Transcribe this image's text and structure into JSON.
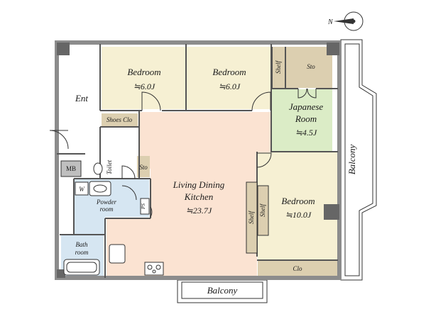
{
  "compass": {
    "letter": "N"
  },
  "rooms": {
    "bedroom_1": {
      "name": "Bedroom",
      "area": "≒6.0J"
    },
    "bedroom_2": {
      "name": "Bedroom",
      "area": "≒6.0J"
    },
    "japanese_room": {
      "name_line1": "Japanese",
      "name_line2": "Room",
      "area": "≒4.5J"
    },
    "ldk": {
      "name_line1": "Living Dining",
      "name_line2": "Kitchen",
      "area": "≒23.7J"
    },
    "bedroom_3": {
      "name": "Bedroom",
      "area": "≒10.0J"
    },
    "entrance": {
      "name": "Ent"
    },
    "powder_room": {
      "name_line1": "Powder",
      "name_line2": "room"
    },
    "bath_room": {
      "name_line1": "Bath",
      "name_line2": "room"
    }
  },
  "fixtures": {
    "shoes_closet": "Shoes Clo",
    "storage_1": "Sto",
    "storage_2": "Sto",
    "shelf_top": "Shelf",
    "shelf_left": "Shelf",
    "shelf_right": "Shelf",
    "closet": "Clo",
    "meter_box": "MB",
    "toilet": "Toilet",
    "washer": "W",
    "ps": "PS"
  },
  "balconies": {
    "east": "Balcony",
    "south": "Balcony"
  },
  "colors": {
    "wall": "#8c8c8c",
    "bedroom_floor": "#f6f0d3",
    "ldk_floor": "#fbe3d2",
    "japanese_floor": "#dbecc6",
    "wet_area": "#d6e6f2",
    "storage": "#dccfb0",
    "outline": "#333333"
  }
}
